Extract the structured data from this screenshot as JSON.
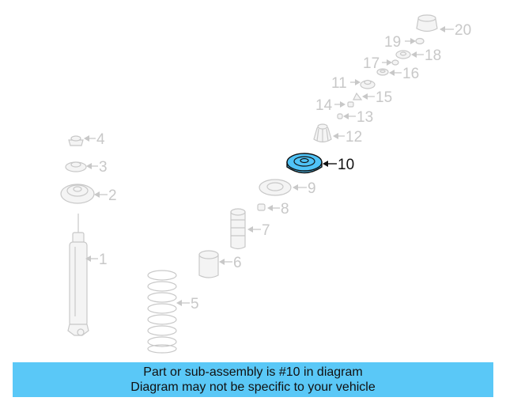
{
  "diagram": {
    "highlighted_part": "10",
    "highlight_color": "#4fc3f7",
    "part_color": "#c8c8c8",
    "callouts": [
      "1",
      "2",
      "3",
      "4",
      "5",
      "6",
      "7",
      "8",
      "9",
      "10",
      "11",
      "12",
      "13",
      "14",
      "15",
      "16",
      "17",
      "18",
      "19",
      "20"
    ]
  },
  "banner": {
    "line1": "Part or sub-assembly is #10 in diagram",
    "line2": "Diagram may not be specific to your vehicle",
    "background": "#5ac8f7"
  }
}
